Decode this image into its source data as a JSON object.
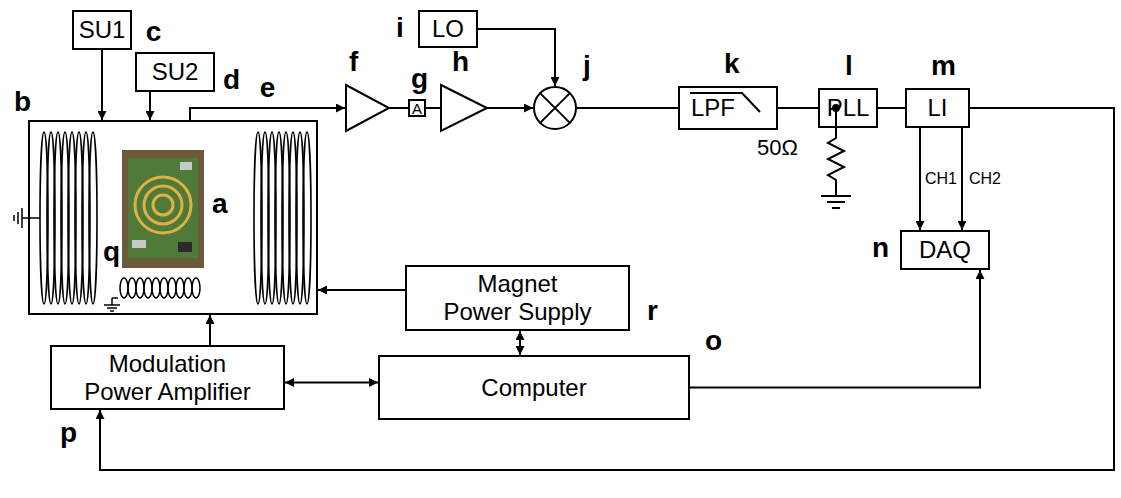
{
  "diagram": {
    "nodes": [
      {
        "text": [
          "b"
        ]
      },
      {
        "text": [
          "SU1",
          "c"
        ]
      },
      {
        "text": [
          "SU2",
          "d"
        ]
      },
      {
        "text": [
          "f"
        ]
      },
      {
        "text": [
          "A",
          "g"
        ]
      },
      {
        "text": [
          "h"
        ]
      },
      {
        "text": [
          "LO",
          "i"
        ]
      },
      {
        "text": [
          "j"
        ]
      },
      {
        "text": [
          "LPF",
          "k"
        ]
      },
      {
        "text": [
          "PLL",
          "l"
        ]
      },
      {
        "text": [
          "LI",
          "m"
        ]
      },
      {
        "text": [
          "DAQ",
          "n"
        ]
      },
      {
        "text": [
          "Magnet Power Supply",
          "r"
        ]
      },
      {
        "text": [
          "Computer",
          "o"
        ]
      },
      {
        "text": [
          "Modulation Power Amplifier",
          "p"
        ]
      }
    ],
    "edges": [
      {
        "from": 1,
        "to": 0,
        "arrow": "to"
      },
      {
        "from": 2,
        "to": 0,
        "arrow": "to"
      },
      {
        "from": 0,
        "to": 3,
        "label": "e",
        "arrow": "to"
      },
      {
        "from": 3,
        "to": 4,
        "arrow": "none"
      },
      {
        "from": 4,
        "to": 5,
        "arrow": "none"
      },
      {
        "from": 5,
        "to": 7,
        "arrow": "to"
      },
      {
        "from": 6,
        "to": 7,
        "arrow": "to"
      },
      {
        "from": 7,
        "to": 8,
        "arrow": "none"
      },
      {
        "from": 8,
        "to": 9,
        "arrow": "none"
      },
      {
        "from": 9,
        "to": 10,
        "arrow": "none"
      },
      {
        "from": 10,
        "to": 11,
        "label": "CH1",
        "arrow": "to"
      },
      {
        "from": 10,
        "to": 11,
        "label": "CH2",
        "arrow": "to"
      },
      {
        "from": 12,
        "to": 0,
        "arrow": "to"
      },
      {
        "from": 12,
        "to": 13,
        "arrow": "both"
      },
      {
        "from": 14,
        "to": 13,
        "arrow": "both"
      },
      {
        "from": 14,
        "to": 0,
        "arrow": "to"
      },
      {
        "from": 13,
        "to": 11,
        "arrow": "to"
      },
      {
        "from": 10,
        "to": 14,
        "arrow": "to"
      }
    ],
    "labels": [
      "a",
      "q",
      "50Ω"
    ]
  }
}
